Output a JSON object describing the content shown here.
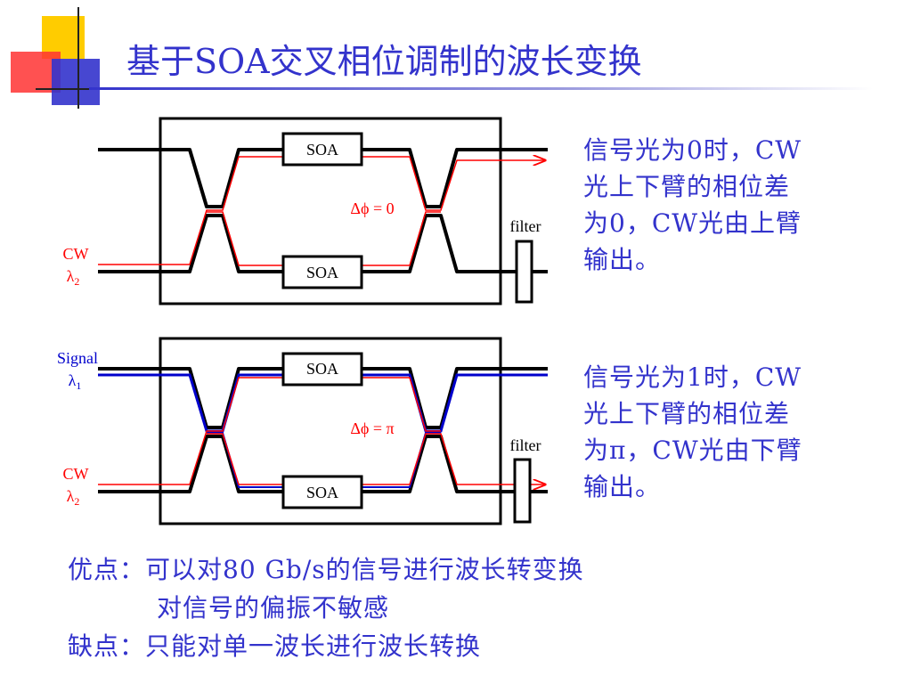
{
  "title": "基于SOA交叉相位调制的波长变换",
  "colors": {
    "title_text": "#3333cc",
    "cw_red": "#ff0000",
    "signal_blue": "#0000cc",
    "deco_yellow": "#ffcc00",
    "deco_red": "#ff3333",
    "deco_blue": "#3333cc"
  },
  "diagram_top": {
    "soa_upper": "SOA",
    "soa_lower": "SOA",
    "cw_label": "CW",
    "cw_lambda": "λ",
    "cw_lambda_sub": "2",
    "phase_label": "Δϕ = 0",
    "filter_label": "filter"
  },
  "diagram_bottom": {
    "soa_upper": "SOA",
    "soa_lower": "SOA",
    "signal_label": "Signal",
    "signal_lambda": "λ",
    "signal_lambda_sub": "1",
    "cw_label": "CW",
    "cw_lambda": "λ",
    "cw_lambda_sub": "2",
    "phase_label": "Δϕ = π",
    "filter_label": "filter"
  },
  "note_top": [
    "信号光为0时，CW",
    "光上下臂的相位差",
    "为0，CW光由上臂",
    "输出。"
  ],
  "note_bottom": [
    "信号光为1时，CW",
    "光上下臂的相位差",
    "为π，CW光由下臂",
    "输出。"
  ],
  "advantages_label": "优点：",
  "advantage_1": "可以对80 Gb/s的信号进行波长转变换",
  "advantage_2": "对信号的偏振不敏感",
  "disadvantages_label": "缺点：",
  "disadvantage_1": "只能对单一波长进行波长转换"
}
